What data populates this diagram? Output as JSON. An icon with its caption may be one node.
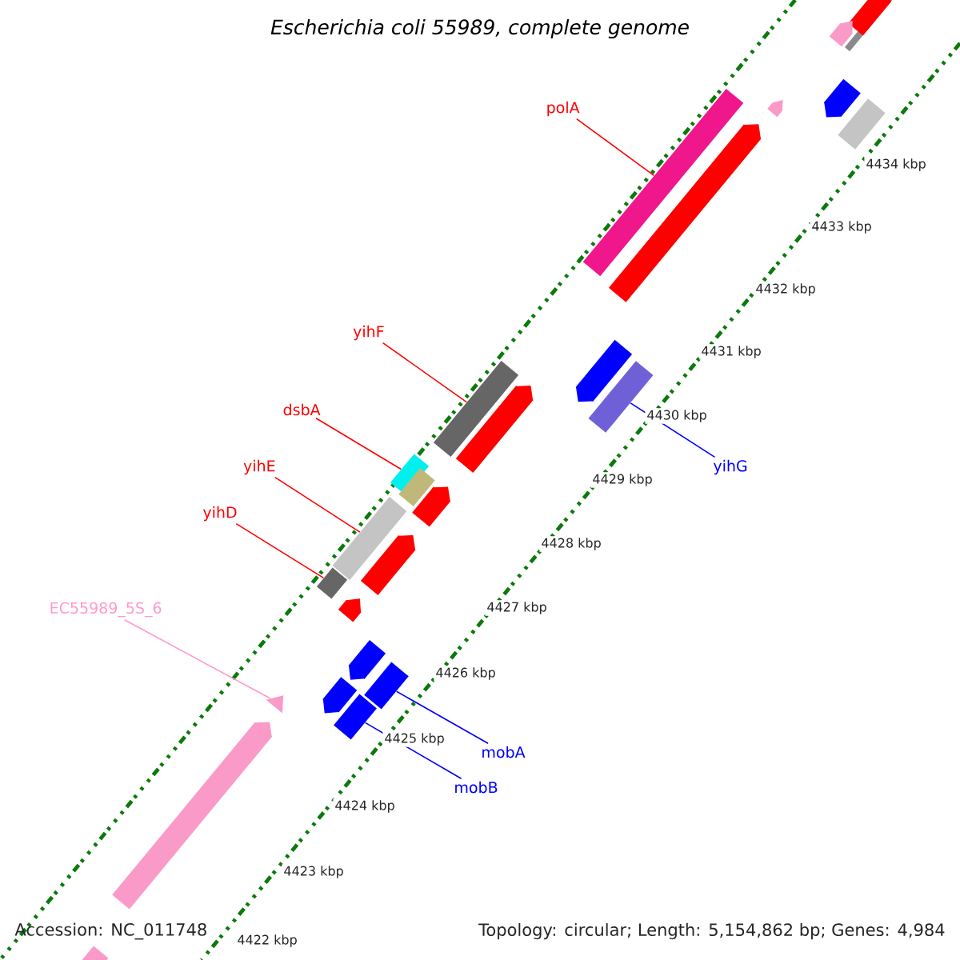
{
  "diagram": {
    "title": "Escherichia coli 55989, complete genome",
    "nodes": [
      {
        "text": [
          "polA"
        ]
      },
      {
        "text": [],
        "shape": "bar"
      },
      {
        "text": [
          "yihF"
        ]
      },
      {
        "text": [],
        "shape": "bar"
      },
      {
        "text": [
          "dsbA"
        ]
      },
      {
        "text": [],
        "shape": "bar"
      },
      {
        "text": [
          "yihE"
        ]
      },
      {
        "text": [],
        "shape": "bar"
      },
      {
        "text": [
          "yihD"
        ]
      },
      {
        "text": [],
        "shape": "bar"
      },
      {
        "text": [
          "yihG"
        ]
      },
      {
        "text": [],
        "shape": "bar"
      },
      {
        "text": [
          "EC55989_5S_6"
        ]
      },
      {
        "text": [],
        "shape": "triangle"
      },
      {
        "text": [
          "mobA"
        ]
      },
      {
        "text": [],
        "shape": "bar"
      },
      {
        "text": [
          "mobB"
        ]
      },
      {
        "text": [],
        "shape": "bar"
      },
      {
        "text": [],
        "shape": "arrow"
      },
      {
        "text": [],
        "shape": "arrow"
      },
      {
        "text": [],
        "shape": "arrow"
      },
      {
        "text": [],
        "shape": "arrow"
      },
      {
        "text": [],
        "shape": "arrow"
      },
      {
        "text": [],
        "shape": "bar"
      },
      {
        "text": [],
        "shape": "arrow"
      },
      {
        "text": [],
        "shape": "arrow"
      },
      {
        "text": [],
        "shape": "arrow"
      },
      {
        "text": [],
        "shape": "arrow"
      },
      {
        "text": [],
        "shape": "bar"
      },
      {
        "text": [],
        "shape": "arrow"
      },
      {
        "text": [],
        "shape": "bar"
      },
      {
        "text": [],
        "shape": "arrow"
      },
      {
        "text": [],
        "shape": "arrow"
      },
      {
        "text": [],
        "shape": "arrow"
      }
    ],
    "edges": [
      {
        "from": 0,
        "to": 1,
        "arrow": "none"
      },
      {
        "from": 2,
        "to": 3,
        "arrow": "none"
      },
      {
        "from": 4,
        "to": 5,
        "arrow": "none"
      },
      {
        "from": 6,
        "to": 7,
        "arrow": "none"
      },
      {
        "from": 8,
        "to": 9,
        "arrow": "none"
      },
      {
        "from": 10,
        "to": 11,
        "arrow": "none",
        "color": "#0000ff"
      },
      {
        "from": 12,
        "to": 13,
        "arrow": "none",
        "color": "#ff99cc"
      },
      {
        "from": 14,
        "to": 15,
        "arrow": "none",
        "color": "#0000ff"
      },
      {
        "from": 16,
        "to": 17,
        "arrow": "none",
        "color": "#0000ff"
      }
    ],
    "labels": [
      "4434 kbp",
      "4433 kbp",
      "4432 kbp",
      "4431 kbp",
      "4430 kbp",
      "4429 kbp",
      "4428 kbp",
      "4427 kbp",
      "4426 kbp",
      "4425 kbp",
      "4424 kbp",
      "4423 kbp",
      "4422 kbp",
      "Accession: NC_011748",
      "Topology: circular; Length: 5,154,862 bp; Genes: 4,984"
    ]
  }
}
